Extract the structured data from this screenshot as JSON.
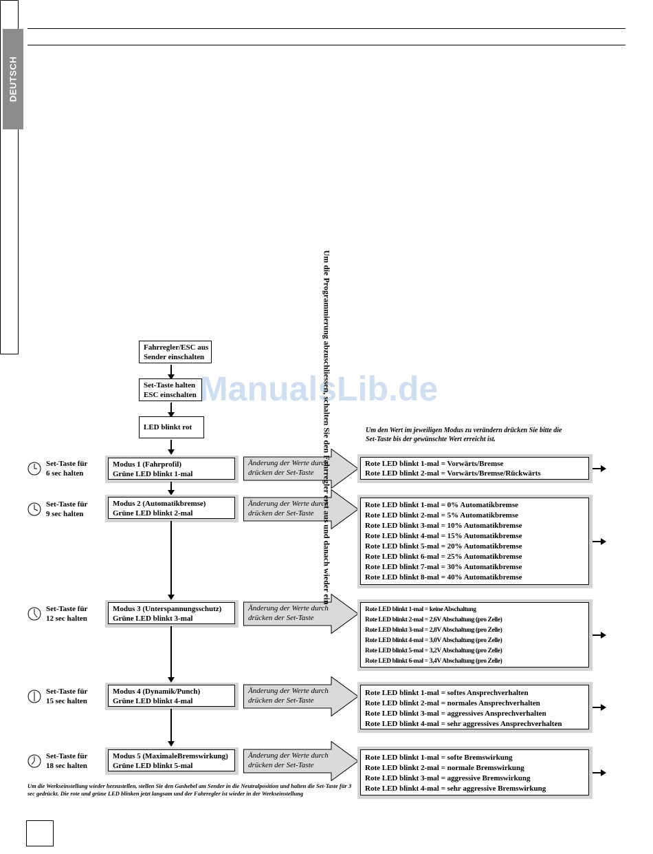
{
  "sidebar_tab": "DEUTSCH",
  "watermark": "ManualsLib.de",
  "start_steps": [
    {
      "line1": "Fahrregler/ESC aus",
      "line2": "Sender einschalten"
    },
    {
      "line1": "Set-Taste halten",
      "line2": "ESC einschalten"
    },
    {
      "line1": "LED blinkt rot",
      "line2": ""
    }
  ],
  "note": "Um den Wert im jeweiligen Modus zu verändern drücken Sie bitte die Set-Taste bis der gewünschte Wert erreicht ist.",
  "change_arrow": {
    "line1": "Änderung der Werte durch",
    "line2": "drücken der Set-Taste"
  },
  "modes": [
    {
      "hold1": "Set-Taste für",
      "hold2": "6 sec halten",
      "title": "Modus 1 (Fahrprofil)",
      "led": "Grüne LED blinkt 1-mal",
      "options": [
        "Rote LED blinkt 1-mal = Vorwärts/Bremse",
        "Rote LED blinkt 2-mal = Vorwärts/Bremse/Rückwärts"
      ]
    },
    {
      "hold1": "Set-Taste für",
      "hold2": "9 sec halten",
      "title": "Modus 2 (Automatikbremse)",
      "led": "Grüne LED blinkt 2-mal",
      "options": [
        "Rote LED blinkt 1-mal = 0% Automatikbremse",
        "Rote LED blinkt 2-mal = 5% Automatikbremse",
        "Rote LED blinkt 3-mal = 10% Automatikbremse",
        "Rote LED blinkt 4-mal = 15% Automatikbremse",
        "Rote LED blinkt 5-mal = 20% Automatikbremse",
        "Rote LED blinkt 6-mal = 25% Automatikbremse",
        "Rote LED blinkt 7-mal = 30% Automatikbremse",
        "Rote LED blinkt 8-mal = 40% Automatikbremse"
      ]
    },
    {
      "hold1": "Set-Taste für",
      "hold2": "12 sec halten",
      "title": "Modus 3 (Unterspannungsschutz)",
      "led": "Grüne LED blinkt 3-mal",
      "options": [
        "Rote LED blinkt 1-mal = keine Abschaltung",
        "Rote LED blinkt 2-mal = 2,6V Abschaltung (pro Zelle)",
        "Rote LED blinkt 3-mal = 2,8V Abschaltung (pro Zelle)",
        "Rote LED blinkt 4-mal = 3,0V Abschaltung (pro Zelle)",
        "Rote LED blinkt 5-mal = 3,2V Abschaltung (pro Zelle)",
        "Rote LED blinkt 6-mal = 3,4V Abschaltung (pro Zelle)"
      ]
    },
    {
      "hold1": "Set-Taste für",
      "hold2": "15 sec halten",
      "title": "Modus 4 (Dynamik/Punch)",
      "led": "Grüne LED blinkt 4-mal",
      "options": [
        "Rote LED blinkt 1-mal = softes Ansprechverhalten",
        "Rote LED blinkt 2-mal = normales Ansprechverhalten",
        "Rote LED blinkt 3-mal = aggressives Ansprechverhalten",
        "Rote LED blinkt 4-mal = sehr aggressives Ansprechverhalten"
      ]
    },
    {
      "hold1": "Set-Taste für",
      "hold2": "18 sec halten",
      "title": "Modus 5 (MaximaleBremswirkung)",
      "led": "Grüne LED blinkt 5-mal",
      "options": [
        "Rote LED blinkt 1-mal = softe Bremswirkung",
        "Rote LED blinkt 2-mal = normale Bremswirkung",
        "Rote LED blinkt 3-mal = aggressive Bremswirkung",
        "Rote LED blinkt 4-mal = sehr aggressive Bremswirkung"
      ]
    }
  ],
  "end_box": "Um die Programmierung abzuschliessen, schalten Sie den Fahrregler erst aus und danach wieder ein",
  "footer": "Um die Werkseinstellung wieder herzustellen, stellen Sie den Gashebel am Sender in die Neutralposition und halten die Set-Taste für 3 sec gedrückt. Die rote und grüne LED blinken jetzt langsam und der Fahrregler ist wieder in der Werkseinstellung"
}
